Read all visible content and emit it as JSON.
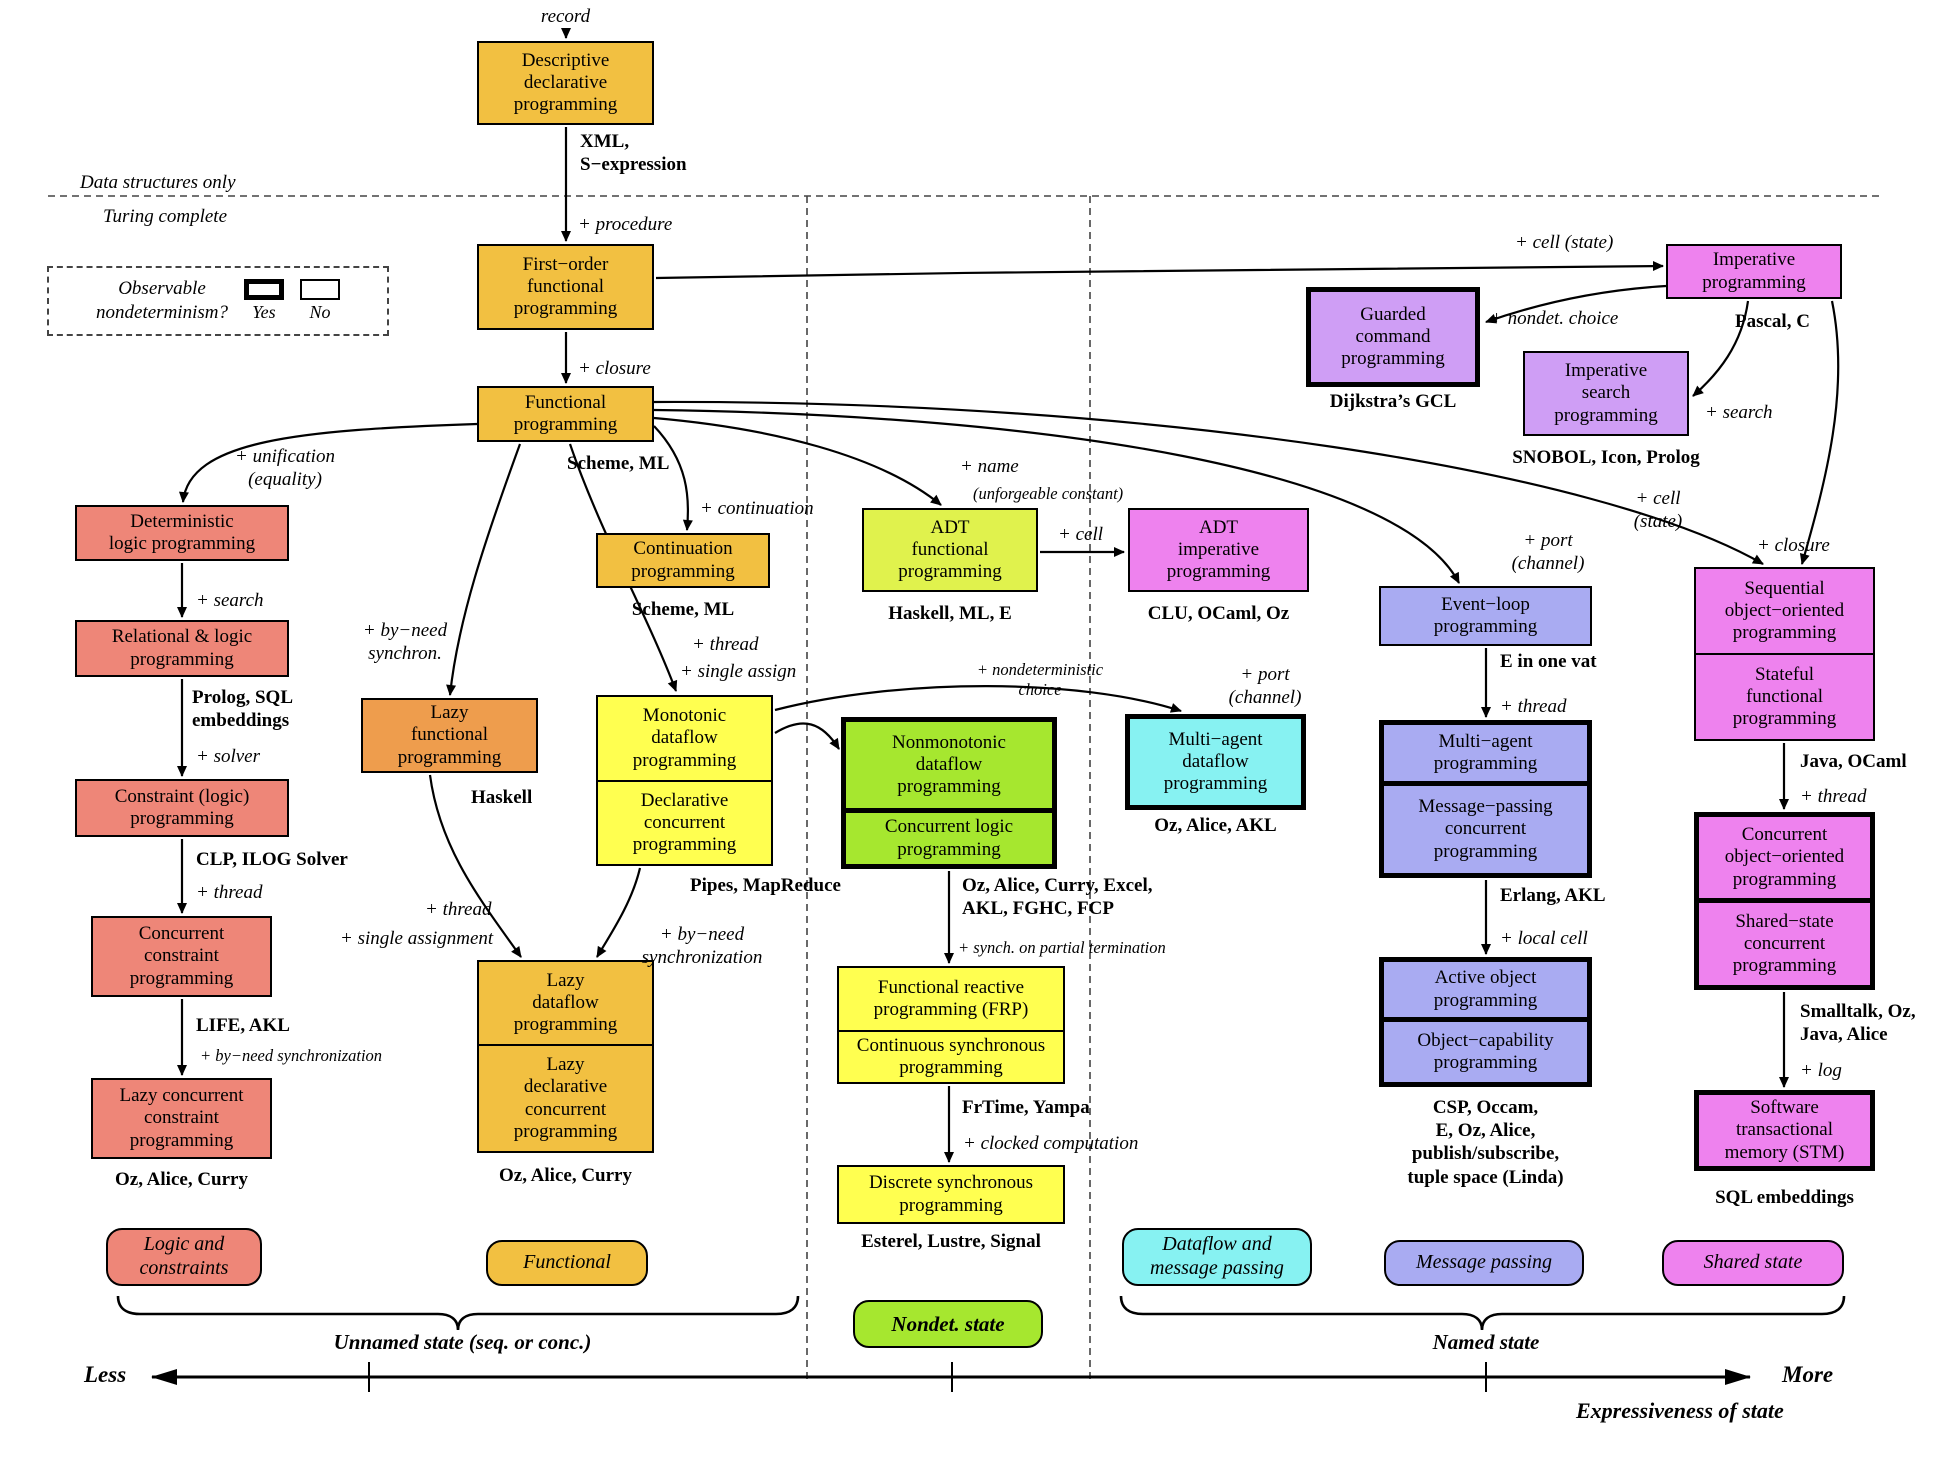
{
  "palette": {
    "gold": "#f2c041",
    "orange": "#ee9d4d",
    "salmon": "#ee8678",
    "yellow": "#ffff50",
    "yellowgreen": "#e0f24d",
    "green": "#a6e72f",
    "cyan": "#87f2f2",
    "periwinkle": "#a9abf2",
    "purple": "#cf9ef5",
    "magenta": "#ee82ee"
  },
  "annotations": {
    "record": "record",
    "data_structures_only": "Data structures only",
    "turing_complete": "Turing complete"
  },
  "legend": {
    "question": "Observable\nnondeterminism?",
    "yes": "Yes",
    "no": "No"
  },
  "boxes": {
    "descriptive": {
      "title": "Descriptive\ndeclarative\nprogramming"
    },
    "first_order": {
      "title": "First−order\nfunctional\nprogramming"
    },
    "functional": {
      "title": "Functional\nprogramming"
    },
    "imperative": {
      "title": "Imperative\nprogramming"
    },
    "guarded": {
      "title": "Guarded\ncommand\nprogramming"
    },
    "imp_search": {
      "title": "Imperative\nsearch\nprogramming"
    },
    "det_logic": {
      "title": "Deterministic\nlogic programming"
    },
    "rel_logic": {
      "title": "Relational & logic\nprogramming"
    },
    "constraint": {
      "title": "Constraint (logic)\nprogramming"
    },
    "conc_constraint": {
      "title": "Concurrent\nconstraint\nprogramming"
    },
    "lazy_conc_constraint": {
      "title": "Lazy concurrent\nconstraint\nprogramming"
    },
    "lazy_functional": {
      "title": "Lazy\nfunctional\nprogramming"
    },
    "continuation": {
      "title": "Continuation\nprogramming"
    },
    "monotonic": {
      "cell1": "Monotonic\ndataflow\nprogramming",
      "cell2": "Declarative\nconcurrent\nprogramming"
    },
    "lazy_dataflow": {
      "cell1": "Lazy\ndataflow\nprogramming",
      "cell2": "Lazy\ndeclarative\nconcurrent\nprogramming"
    },
    "adt_functional": {
      "title": "ADT\nfunctional\nprogramming"
    },
    "adt_imperative": {
      "title": "ADT\nimperative\nprogramming"
    },
    "nonmonotonic": {
      "cell1": "Nonmonotonic\ndataflow\nprogramming",
      "cell2": "Concurrent logic\nprogramming"
    },
    "frp": {
      "cell1": "Functional reactive\nprogramming (FRP)",
      "cell2": "Continuous synchronous\nprogramming"
    },
    "discrete": {
      "title": "Discrete synchronous\nprogramming"
    },
    "ma_dataflow": {
      "title": "Multi−agent\ndataflow\nprogramming"
    },
    "event_loop": {
      "title": "Event−loop\nprogramming"
    },
    "ma_prog": {
      "cell1": "Multi−agent\nprogramming",
      "cell2": "Message−passing\nconcurrent\nprogramming"
    },
    "active_object": {
      "cell1": "Active object\nprogramming",
      "cell2": "Object−capability\nprogramming"
    },
    "seq_oo": {
      "cell1": "Sequential\nobject−oriented\nprogramming",
      "cell2": "Stateful\nfunctional\nprogramming"
    },
    "conc_oo": {
      "cell1": "Concurrent\nobject−oriented\nprogramming",
      "cell2": "Shared−state\nconcurrent\nprogramming"
    },
    "stm": {
      "title": "Software\ntransactional\nmemory (STM)"
    }
  },
  "langs": {
    "xml": "XML,\nS−expression",
    "scheme_ml_1": "Scheme, ML",
    "pascal_c": "Pascal, C",
    "dijkstra": "Dijkstra’s GCL",
    "snobol": "SNOBOL, Icon, Prolog",
    "prolog_sql": "Prolog, SQL\nembeddings",
    "clp": "CLP, ILOG Solver",
    "life_akl": "LIFE, AKL",
    "oz_alice_curry_logic": "Oz, Alice, Curry",
    "haskell": "Haskell",
    "scheme_ml_2": "Scheme, ML",
    "pipes": "Pipes, MapReduce",
    "oz_alice_curry_fun": "Oz, Alice, Curry",
    "haskell_ml_e": "Haskell, ML, E",
    "clu": "CLU, OCaml, Oz",
    "oz_excel": "Oz, Alice, Curry, Excel,\nAKL, FGHC, FCP",
    "frtime": "FrTime, Yampa",
    "esterel": "Esterel, Lustre, Signal",
    "oz_alice_akl": "Oz, Alice, AKL",
    "e_one_vat": "E in one vat",
    "erlang": "Erlang, AKL",
    "csp": "CSP, Occam,\nE, Oz, Alice,\npublish/subscribe,\ntuple space (Linda)",
    "java_ocaml": "Java, OCaml",
    "smalltalk": "Smalltalk, Oz,\nJava, Alice",
    "sql_embeddings": "SQL embeddings"
  },
  "edge_labels": {
    "procedure": "+ procedure",
    "closure_top": "+ closure",
    "cell_state_top": "+ cell (state)",
    "nondet_choice": "+ nondet. choice",
    "search_imp": "+ search",
    "unification": "+ unification\n(equality)",
    "search_logic": "+ search",
    "solver": "+ solver",
    "thread_logic": "+ thread",
    "byneed_logic": "+ by−need synchronization",
    "byneed_lazy_fn": "+ by−need\nsynchron.",
    "continuation": "+ continuation",
    "thread_mono": "+ thread",
    "single_assign": "+ single assign",
    "name": "+ name",
    "unforgeable": "(unforgeable constant)",
    "cell_adt": "+ cell",
    "nondet_choice2": "+ nondeterministic\nchoice",
    "port_channel_ma": "+ port\n(channel)",
    "port_channel_el": "+ port\n(channel)",
    "thread_el": "+ thread",
    "local_cell": "+ local cell",
    "cell_state_oo": "+ cell\n(state)",
    "closure_oo": "+ closure",
    "thread_oo": "+ thread",
    "log": "+ log",
    "synch_partial": "+ synch. on partial termination",
    "clocked": "+ clocked computation",
    "thread_lazy_df": "+ thread",
    "single_assignment": "+ single assignment",
    "byneed_lazy_df": "+ by−need\nsynchronization"
  },
  "chips": {
    "logic": "Logic and\nconstraints",
    "functional": "Functional",
    "dataflow": "Dataflow and\nmessage passing",
    "message": "Message passing",
    "shared": "Shared state",
    "nondet": "Nondet. state"
  },
  "groups": {
    "unnamed": "Unnamed state (seq. or conc.)",
    "named": "Named state"
  },
  "axis": {
    "less": "Less",
    "more": "More",
    "title": "Expressiveness of state"
  }
}
